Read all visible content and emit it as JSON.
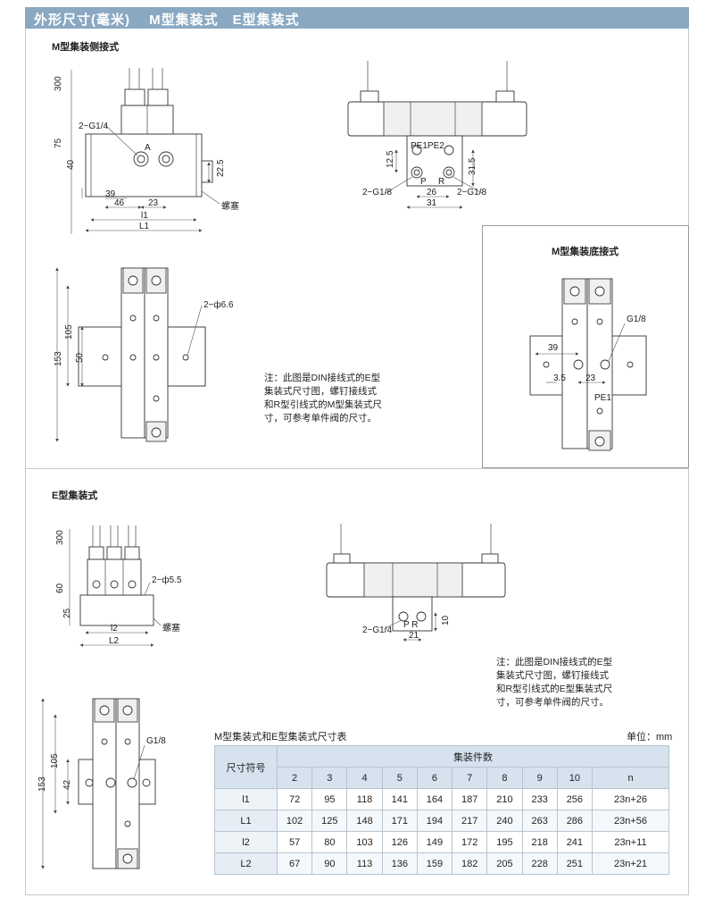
{
  "header": {
    "title": "外形尺寸(毫米)　 M型集装式　E型集装式"
  },
  "sections": {
    "m_side": "M型集装侧接式",
    "m_bottom": "M型集装底接式",
    "e_type": "E型集装式"
  },
  "notes": {
    "m": [
      "注：此图是DIN接线式的E型",
      "集装式尺寸图，螺钉接线式",
      "和R型引线式的M型集装式尺",
      "寸，可参考单件阀的尺寸。"
    ],
    "e": [
      "注：此图是DIN接线式的E型",
      "集装式尺寸图，螺钉接线式",
      "和R型引线式的E型集装式尺",
      "寸，可参考单件阀的尺寸。"
    ]
  },
  "dims": {
    "d300": "300",
    "d75": "75",
    "d40": "40",
    "d22_5": "22.5",
    "g1_4": "2−G1/4",
    "A": "A",
    "d39": "39",
    "d46": "46",
    "d23": "23",
    "l1": "l1",
    "L1": "L1",
    "luosai": "螺塞",
    "pe1pe2": "PE1PE2",
    "d12_5": "12.5",
    "d31_5": "31.5",
    "P": "P",
    "R": "R",
    "g1_8a": "2−G1/8",
    "g1_8b": "2−G1/8",
    "d26": "26",
    "d31": "31",
    "d105": "105",
    "d153": "153",
    "d50": "50",
    "phi66": "2−ф6.6",
    "g1_8": "G1/8",
    "b39": "39",
    "b3_5": "3.5",
    "b23": "23",
    "pe1": "PE1",
    "e300": "300",
    "e60": "60",
    "e25": "25",
    "phi55": "2−ф5.5",
    "l2": "l2",
    "L2": "L2",
    "eluosai": "螺塞",
    "epr": "P R",
    "eg1_4": "2−G1/4",
    "e21": "21",
    "e10": "10",
    "e105": "105",
    "e153": "153",
    "e42": "42",
    "eg1_8": "G1/8"
  },
  "table": {
    "title": "M型集装式和E型集装式尺寸表",
    "unit": "单位：mm",
    "header_label": "尺寸符号",
    "group_label": "集装件数",
    "columns": [
      "2",
      "3",
      "4",
      "5",
      "6",
      "7",
      "8",
      "9",
      "10",
      "n"
    ],
    "rows": [
      {
        "label": "l1",
        "values": [
          "72",
          "95",
          "118",
          "141",
          "164",
          "187",
          "210",
          "233",
          "256",
          "23n+26"
        ]
      },
      {
        "label": "L1",
        "values": [
          "102",
          "125",
          "148",
          "171",
          "194",
          "217",
          "240",
          "263",
          "286",
          "23n+56"
        ]
      },
      {
        "label": "l2",
        "values": [
          "57",
          "80",
          "103",
          "126",
          "149",
          "172",
          "195",
          "218",
          "241",
          "23n+11"
        ]
      },
      {
        "label": "L2",
        "values": [
          "67",
          "90",
          "113",
          "136",
          "159",
          "182",
          "205",
          "228",
          "251",
          "23n+21"
        ]
      }
    ]
  }
}
